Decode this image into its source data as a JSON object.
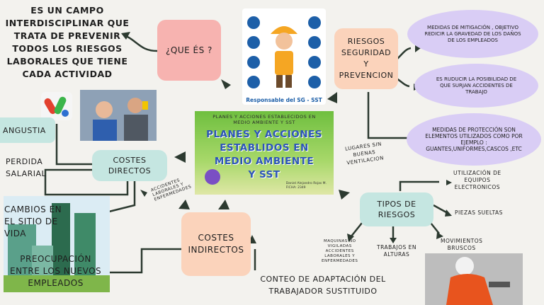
{
  "center": {
    "banner": "PLANES Y ACCIONES ESTABLECIDOS EN\nMEDIO AMBIENTE Y SST",
    "title": "PLANES Y ACCIONES\nESTABLIDOS EN\nMEDIO AMBIENTE\nY SST",
    "credit": "Daniel Alejandro Rojas M.\nFICHA: 2349"
  },
  "que_es": {
    "label": "¿QUE ÉS ?",
    "definition": "ES UN CAMPO\nINTERDISCIPLINAR QUE\nTRATA DE PREVENIR\nTODOS LOS RIESGOS\nLABORALES QUE TIENE\nCADA ACTIVIDAD"
  },
  "poster_caption": "Responsable del SG - SST",
  "riesgos": {
    "label": "RIESGOS\nSEGURIDAD\nY\nPREVENCION",
    "bubbles": [
      "MEDIDAS DE MITIGACIÓN , OBJETIVO REDICIR LA GRAVEDAD DE LOS DAÑOS DE LOS EMPLEADOS",
      "ES RUDUCIR LA POSIBILIDAD DE QUE SURJAN ACCIDENTES DE TRABAJO",
      "MEDIDAS DE PROTECCIÓN SON ELEMENTOS UTILIZADOS COMO POR EJEMPLO : GUANTES,UNIFORMES,CASCOS ,ETC"
    ]
  },
  "costes_directos": {
    "label": "COSTES\nDIRECTOS",
    "items": [
      "ANGUSTIA",
      "PERDIDA\nSALARIAL",
      "ACCIDENTES\nLABORALES Y\nENFERMEDADES"
    ]
  },
  "costes_indirectos": {
    "label": "COSTES\nINDIRECTOS",
    "items": [
      "CAMBIOS EN\nEL SITIO DE\nVIDA",
      "PREOCUPACIÓN\nENTRE LOS NUEVOS\nEMPLEADOS",
      "CONTEO DE ADAPTACIÓN DEL\nTRABAJADOR SUSTITUIDO"
    ]
  },
  "tipos": {
    "label": "TIPOS DE\nRIESGOS",
    "items": [
      "LUGARES SIN\nBUENAS\nVENTILACION",
      "UTILIZACIÓN DE\nEQUIPOS\nELECTRONICOS",
      "PIEZAS SUELTAS",
      "MOVIMIENTOS\nBRUSCOS",
      "TRABAJOS EN\nALTURAS",
      "MAQUINAS NO\nVIGILADAS\nACCIDENTES\nLABORALES Y\nENFERMEDADES"
    ]
  },
  "colors": {
    "peach": "#fbd3bb",
    "pink": "#f7b3b0",
    "teal": "#c5e6e1",
    "lavender": "#d9cdf5",
    "green": "#8fd14f"
  }
}
